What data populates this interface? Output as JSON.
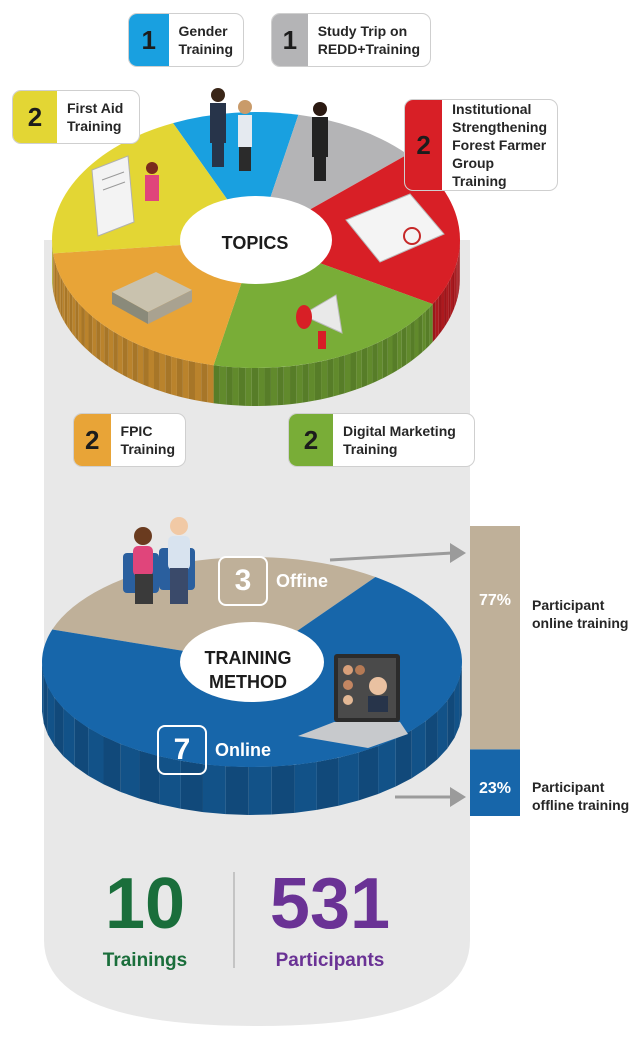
{
  "topics_label": "TOPICS",
  "method_label": "TRAINING\nMETHOD",
  "chart_data": [
    {
      "type": "pie",
      "title": "TOPICS",
      "slices": [
        {
          "label": "Gender Training",
          "value": 1,
          "color": "#19a0e0"
        },
        {
          "label": "Study Trip on REDD+Training",
          "value": 1,
          "color": "#b4b4b6"
        },
        {
          "label": "Institutional Strengthening Forest Farmer Group Training",
          "value": 2,
          "color": "#d81f26"
        },
        {
          "label": "Digital Marketing Training",
          "value": 2,
          "color": "#79ad37"
        },
        {
          "label": "FPIC Training",
          "value": 2,
          "color": "#e8a437"
        },
        {
          "label": "First Aid Training",
          "value": 2,
          "color": "#e3d634"
        }
      ]
    },
    {
      "type": "pie",
      "title": "TRAINING METHOD",
      "slices": [
        {
          "label": "Offine",
          "value": 3,
          "color": "#bfb099"
        },
        {
          "label": "Online",
          "value": 7,
          "color": "#1766aa"
        }
      ]
    },
    {
      "type": "bar",
      "stacked": true,
      "categories": [
        "Participant online training",
        "Participant offline training"
      ],
      "values": [
        77,
        23
      ],
      "labels": [
        "77%",
        "23%"
      ],
      "colors": [
        "#bfb099",
        "#1766aa"
      ]
    }
  ],
  "summary": {
    "trainings_value": "10",
    "trainings_label": "Trainings",
    "participants_value": "531",
    "participants_label": "Participants",
    "trainings_color": "#1a6e3b",
    "participants_color": "#6a3295"
  }
}
